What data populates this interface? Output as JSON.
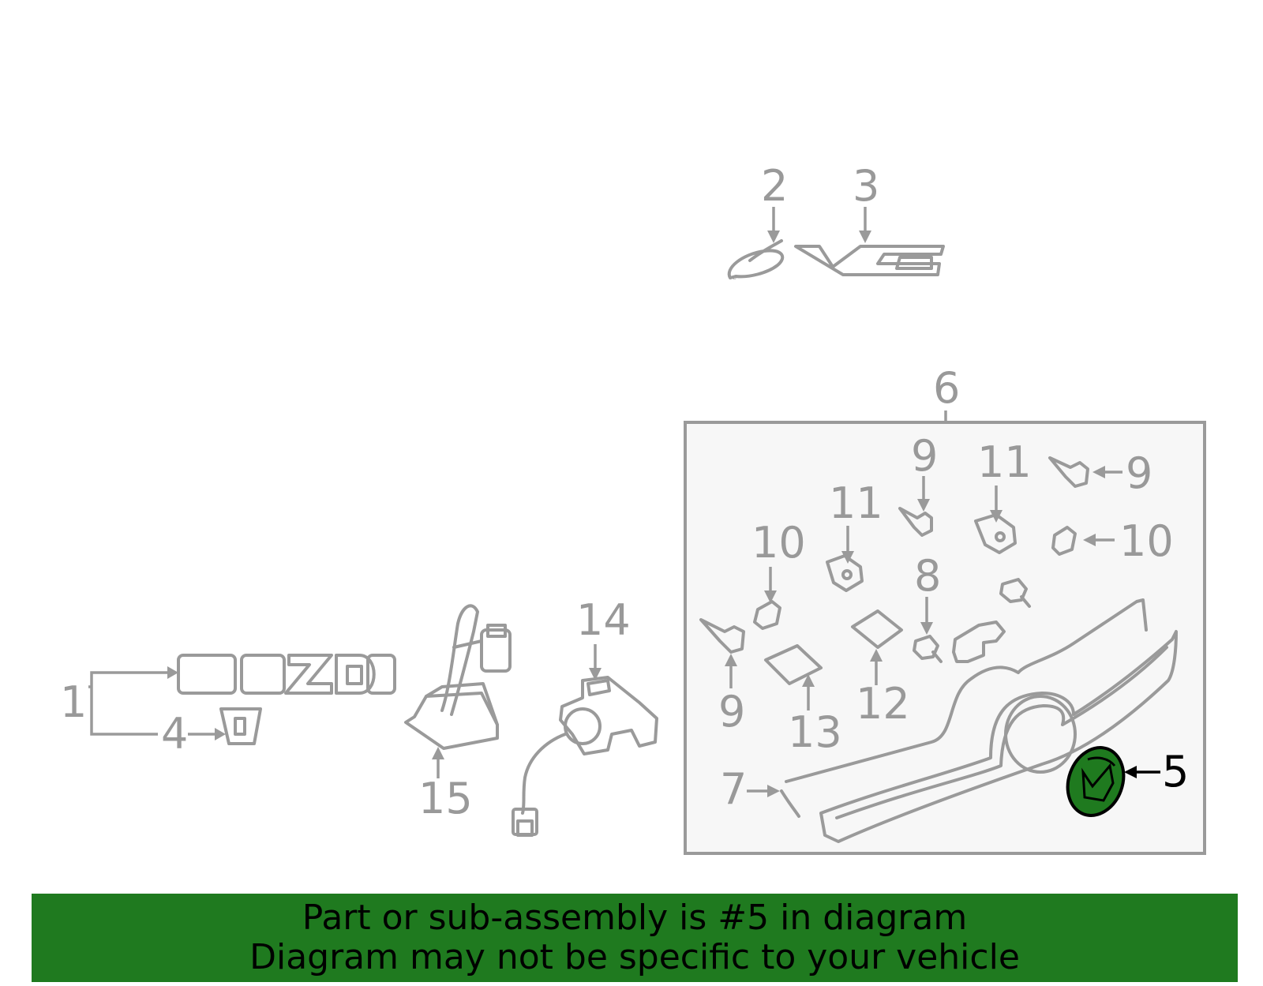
{
  "callouts": [
    {
      "id": "1",
      "label": "1"
    },
    {
      "id": "2",
      "label": "2"
    },
    {
      "id": "3",
      "label": "3"
    },
    {
      "id": "4",
      "label": "4"
    },
    {
      "id": "5",
      "label": "5",
      "highlighted": true
    },
    {
      "id": "6",
      "label": "6"
    },
    {
      "id": "7",
      "label": "7"
    },
    {
      "id": "8",
      "label": "8"
    },
    {
      "id": "9a",
      "label": "9"
    },
    {
      "id": "9b",
      "label": "9"
    },
    {
      "id": "9c",
      "label": "9"
    },
    {
      "id": "10a",
      "label": "10"
    },
    {
      "id": "10b",
      "label": "10"
    },
    {
      "id": "11a",
      "label": "11"
    },
    {
      "id": "11b",
      "label": "11"
    },
    {
      "id": "12",
      "label": "12"
    },
    {
      "id": "13",
      "label": "13"
    },
    {
      "id": "14",
      "label": "14"
    },
    {
      "id": "15",
      "label": "15"
    }
  ],
  "emblems": {
    "mazda": "mazda",
    "six": "6",
    "v6": "V6"
  },
  "banner": {
    "line1": "Part or sub-assembly is #5 in diagram",
    "line2": "Diagram may not be specific to your vehicle"
  },
  "colors": {
    "banner_bg": "#1f7a1f",
    "highlight_part": "#1f7a1f",
    "line_gray": "#9a9a9a",
    "inset_bg": "#f7f7f7"
  }
}
